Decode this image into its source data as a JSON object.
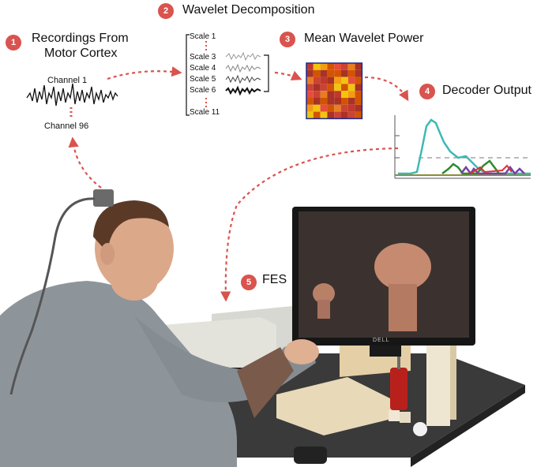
{
  "steps": [
    {
      "number": "1",
      "title_line1": "Recordings From",
      "title_line2": "Motor Cortex"
    },
    {
      "number": "2",
      "title": "Wavelet Decomposition"
    },
    {
      "number": "3",
      "title": "Mean Wavelet Power"
    },
    {
      "number": "4",
      "title": "Decoder Output"
    },
    {
      "number": "5",
      "title": "FES"
    }
  ],
  "channels": {
    "first": "Channel 1",
    "last": "Channel 96"
  },
  "scales": [
    "Scale 1",
    "Scale 3",
    "Scale 4",
    "Scale 5",
    "Scale 6",
    "Scale 11"
  ],
  "colors": {
    "accent_red": "#d9534f",
    "arrow": "#d9534f",
    "teal": "#3fb9b5",
    "green": "#2e8b2e",
    "purple": "#7b3fa8",
    "red_line": "#d33"
  },
  "screen": {
    "brand": "DELL"
  }
}
